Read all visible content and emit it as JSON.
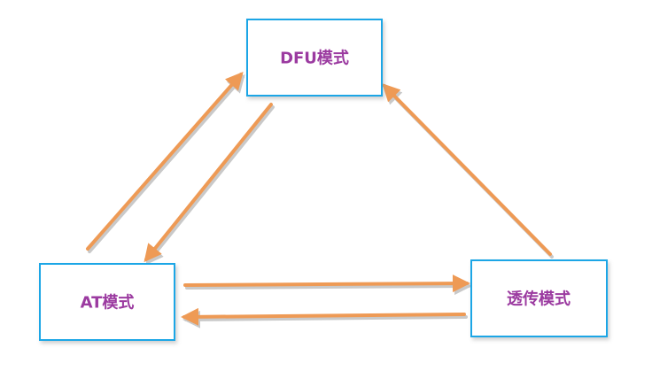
{
  "nodes": {
    "dfu": {
      "label": "DFU模式"
    },
    "at": {
      "label": "AT模式"
    },
    "passthrough": {
      "label": "透传模式"
    }
  },
  "colors": {
    "box_border": "#1ca6e6",
    "label_text": "#9b3aa0",
    "arrow": "#ee9a55",
    "arrow_shadow": "#c9c9c9"
  },
  "edges": [
    {
      "from": "at",
      "to": "dfu"
    },
    {
      "from": "dfu",
      "to": "at"
    },
    {
      "from": "passthrough",
      "to": "dfu"
    },
    {
      "from": "at",
      "to": "passthrough"
    },
    {
      "from": "passthrough",
      "to": "at"
    }
  ]
}
